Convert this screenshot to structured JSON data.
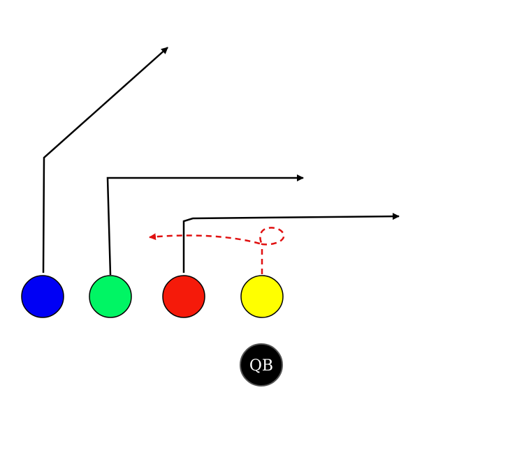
{
  "diagram": {
    "players": [
      {
        "id": "blue",
        "color": "#0000f5"
      },
      {
        "id": "green",
        "color": "#00f564"
      },
      {
        "id": "red",
        "color": "#f51a0a"
      },
      {
        "id": "yellow",
        "color": "#ffff00"
      }
    ],
    "quarterback": {
      "label": "QB",
      "color": "#000000"
    },
    "route_color": "#000000",
    "option_route_color": "#e01010"
  }
}
